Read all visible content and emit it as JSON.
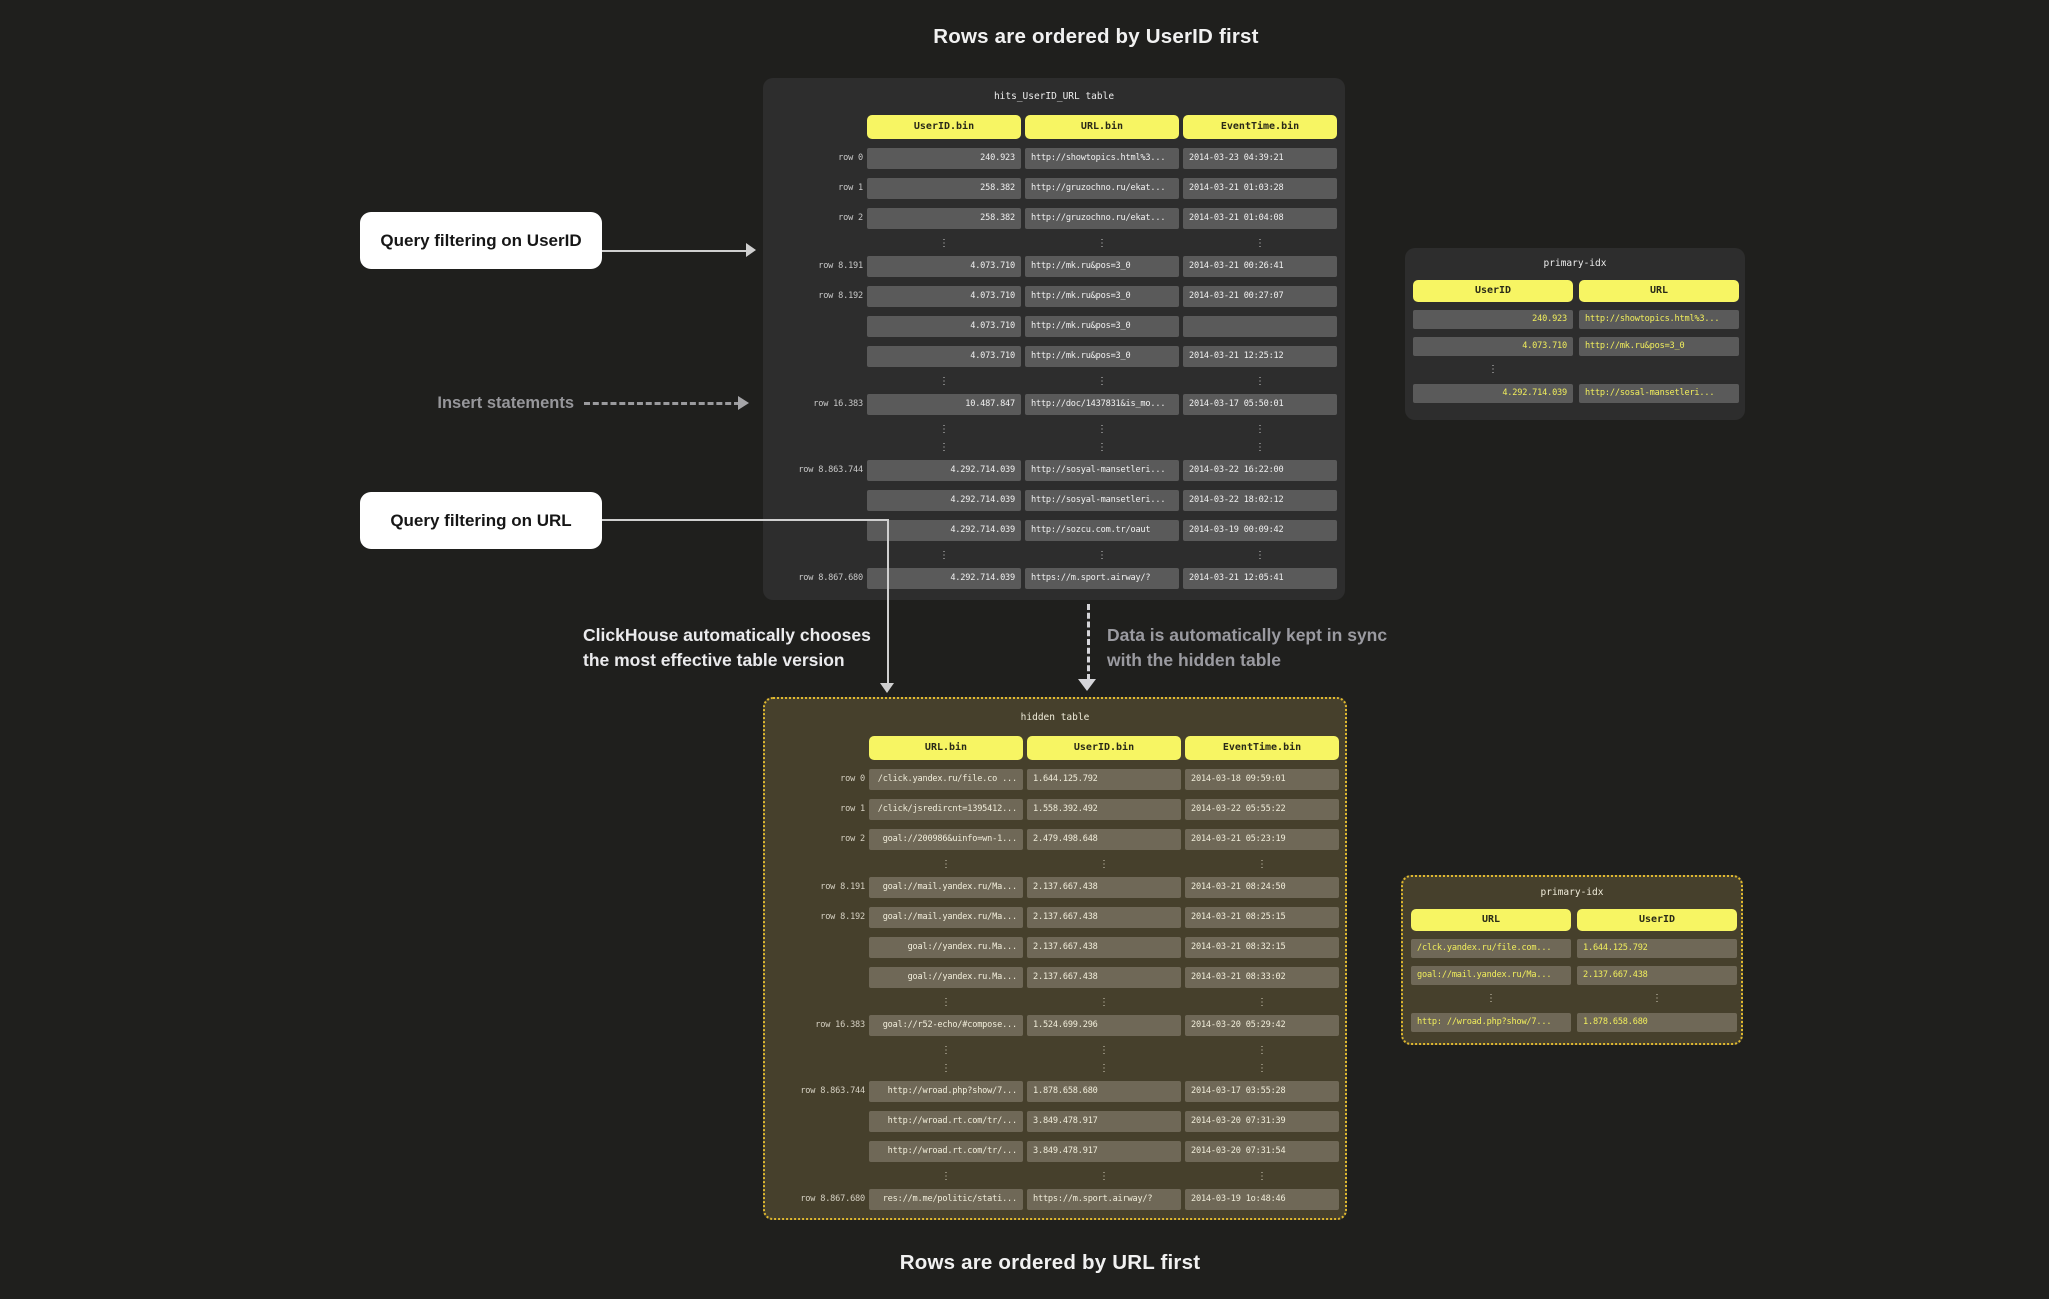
{
  "titles": {
    "top": "Rows are ordered by UserID first",
    "bottom": "Rows are ordered by URL first"
  },
  "annotations": {
    "query_userid": "Query filtering on UserID",
    "query_url": "Query filtering on URL",
    "insert": "Insert statements",
    "chooses_line1": "ClickHouse automatically chooses",
    "chooses_line2": "the most effective table version",
    "sync_line1": "Data is automatically kept in sync",
    "sync_line2": "with the hidden table"
  },
  "colors": {
    "background": "#1f1f1d",
    "panel_dark": "#2d2d2d",
    "panel_olive": "#46402c",
    "cell_gray": "#5a5a5a",
    "cell_olive": "#6f6857",
    "header_yellow": "#f7f563",
    "value_yellow": "#f1ee5c",
    "dotted_border_gold": "#e0b92f",
    "arrow_gray": "#cfcfcf"
  },
  "main_table": {
    "title": "hits_UserID_URL table",
    "columns": [
      "UserID.bin",
      "URL.bin",
      "EventTime.bin"
    ],
    "rows": [
      {
        "label": "row 0",
        "c": [
          "240.923",
          "http://showtopics.html%3...",
          "2014-03-23 04:39:21"
        ]
      },
      {
        "label": "row 1",
        "c": [
          "258.382",
          "http://gruzochno.ru/ekat...",
          "2014-03-21 01:03:28"
        ]
      },
      {
        "label": "row 2",
        "c": [
          "258.382",
          "http://gruzochno.ru/ekat...",
          "2014-03-21 01:04:08"
        ]
      },
      {
        "dots": true
      },
      {
        "label": "row 8.191",
        "c": [
          "4.073.710",
          "http://mk.ru&pos=3_0",
          "2014-03-21 00:26:41"
        ]
      },
      {
        "label": "row 8.192",
        "c": [
          "4.073.710",
          "http://mk.ru&pos=3_0",
          "2014-03-21 00:27:07"
        ]
      },
      {
        "label": "",
        "c": [
          "4.073.710",
          "http://mk.ru&pos=3_0",
          ""
        ]
      },
      {
        "label": "",
        "c": [
          "4.073.710",
          "http://mk.ru&pos=3_0",
          "2014-03-21 12:25:12"
        ]
      },
      {
        "dots": true
      },
      {
        "label": "row 16.383",
        "c": [
          "10.487.847",
          "http://doc/1437831&is_mo...",
          "2014-03-17 05:50:01"
        ]
      },
      {
        "dots": true
      },
      {
        "dots": true
      },
      {
        "label": "row 8.863.744",
        "c": [
          "4.292.714.039",
          "http://sosyal-mansetleri...",
          "2014-03-22 16:22:00"
        ]
      },
      {
        "label": "",
        "c": [
          "4.292.714.039",
          "http://sosyal-mansetleri...",
          "2014-03-22 18:02:12"
        ]
      },
      {
        "label": "",
        "c": [
          "4.292.714.039",
          "http://sozcu.com.tr/oaut",
          "2014-03-19 00:09:42"
        ]
      },
      {
        "dots": true
      },
      {
        "label": "row 8.867.680",
        "c": [
          "4.292.714.039",
          "https://m.sport.airway/?",
          "2014-03-21 12:05:41"
        ]
      }
    ]
  },
  "hidden_table": {
    "title": "hidden table",
    "columns": [
      "URL.bin",
      "UserID.bin",
      "EventTime.bin"
    ],
    "rows": [
      {
        "label": "row 0",
        "c": [
          "/click.yandex.ru/file.co ...",
          "1.644.125.792",
          "2014-03-18 09:59:01"
        ]
      },
      {
        "label": "row 1",
        "c": [
          "/click/jsredircnt=1395412...",
          "1.558.392.492",
          "2014-03-22 05:55:22"
        ]
      },
      {
        "label": "row 2",
        "c": [
          "goal://200986&uinfo=wn-1...",
          "2.479.498.648",
          "2014-03-21 05:23:19"
        ]
      },
      {
        "dots": true
      },
      {
        "label": "row 8.191",
        "c": [
          "goal://mail.yandex.ru/Ma...",
          "2.137.667.438",
          "2014-03-21 08:24:50"
        ]
      },
      {
        "label": "row 8.192",
        "c": [
          "goal://mail.yandex.ru/Ma...",
          "2.137.667.438",
          "2014-03-21 08:25:15"
        ]
      },
      {
        "label": "",
        "c": [
          "goal://yandex.ru.Ma...",
          "2.137.667.438",
          "2014-03-21 08:32:15"
        ]
      },
      {
        "label": "",
        "c": [
          "goal://yandex.ru.Ma...",
          "2.137.667.438",
          "2014-03-21 08:33:02"
        ]
      },
      {
        "dots": true
      },
      {
        "label": "row 16.383",
        "c": [
          "goal://r52-echo/#compose...",
          "1.524.699.296",
          "2014-03-20 05:29:42"
        ]
      },
      {
        "dots": true
      },
      {
        "dots": true
      },
      {
        "label": "row 8.863.744",
        "c": [
          "http://wroad.php?show/7...",
          "1.878.658.680",
          "2014-03-17 03:55:28"
        ]
      },
      {
        "label": "",
        "c": [
          "http://wroad.rt.com/tr/...",
          "3.849.478.917",
          "2014-03-20 07:31:39"
        ]
      },
      {
        "label": "",
        "c": [
          "http://wroad.rt.com/tr/...",
          "3.849.478.917",
          "2014-03-20 07:31:54"
        ]
      },
      {
        "dots": true
      },
      {
        "label": "row 8.867.680",
        "c": [
          "res://m.me/politic/stati...",
          "https://m.sport.airway/?",
          "2014-03-19 1o:48:46"
        ]
      }
    ]
  },
  "primary_idx_top": {
    "title": "primary-idx",
    "columns": [
      "UserID",
      "URL"
    ],
    "rows": [
      {
        "c": [
          "240.923",
          "http://showtopics.html%3..."
        ]
      },
      {
        "c": [
          "4.073.710",
          "http://mk.ru&pos=3_0"
        ]
      },
      {
        "dots": [
          true,
          false
        ]
      },
      {
        "c": [
          "4.292.714.039",
          "http://sosal-mansetleri..."
        ]
      }
    ]
  },
  "primary_idx_bottom": {
    "title": "primary-idx",
    "columns": [
      "URL",
      "UserID"
    ],
    "rows": [
      {
        "c": [
          "/clck.yandex.ru/file.com...",
          "1.644.125.792"
        ]
      },
      {
        "c": [
          "goal://mail.yandex.ru/Ma...",
          "2.137.667.438"
        ]
      },
      {
        "dots": [
          true,
          true
        ]
      },
      {
        "c": [
          "http: //wroad.php?show/7...",
          "1.878.658.680"
        ]
      }
    ]
  }
}
